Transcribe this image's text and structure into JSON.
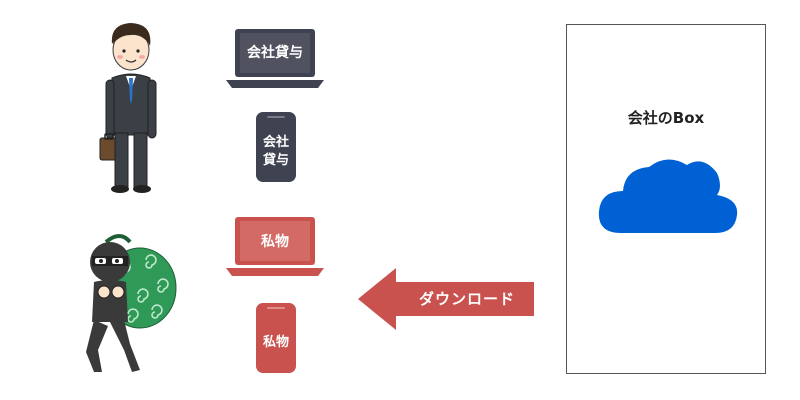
{
  "company_devices": {
    "laptop_label": "会社貸与",
    "phone_label_line1": "会社",
    "phone_label_line2": "貸与"
  },
  "private_devices": {
    "laptop_label": "私物",
    "phone_label": "私物"
  },
  "download_arrow": {
    "label": "ダウンロード",
    "color": "#c9524f"
  },
  "company_box": {
    "title": "会社のBox",
    "cloud_color": "#0061d5"
  },
  "colors": {
    "company_device": "#3f4250",
    "private_device": "#c9524f",
    "thief_bag": "#2f9a57"
  }
}
